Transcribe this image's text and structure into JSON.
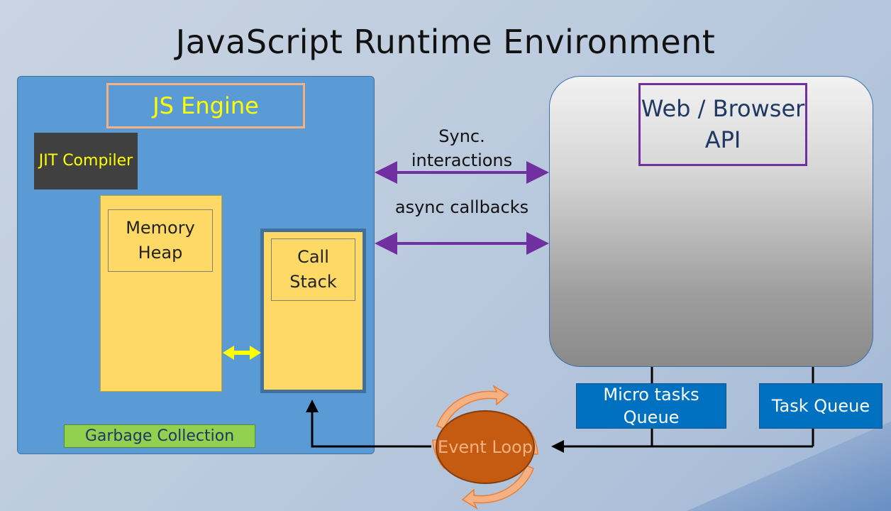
{
  "title": "JavaScript Runtime Environment",
  "js_engine": {
    "label": "JS Engine",
    "jit_compiler": "JIT Compiler",
    "memory_heap": "Memory Heap",
    "call_stack": "Call Stack",
    "garbage_collection": "Garbage Collection"
  },
  "web_api": {
    "label": "Web / Browser API"
  },
  "interactions": {
    "sync": "Sync. interactions",
    "async": "async callbacks"
  },
  "queues": {
    "micro_tasks": "Micro tasks Queue",
    "task": "Task Queue"
  },
  "event_loop": "Event Loop",
  "colors": {
    "engine_fill": "#5b9bd5",
    "engine_label_border": "#f4b183",
    "engine_text": "#ffff00",
    "jit_fill": "#404040",
    "heap_stack_fill": "#ffd966",
    "gc_fill": "#92d050",
    "web_label_border": "#7030a0",
    "interaction_arrow": "#7030a0",
    "queue_fill": "#0070c0",
    "event_loop_fill": "#c55a11",
    "event_loop_arrows": "#f4b183",
    "heap_stack_arrow": "#ffff00"
  }
}
